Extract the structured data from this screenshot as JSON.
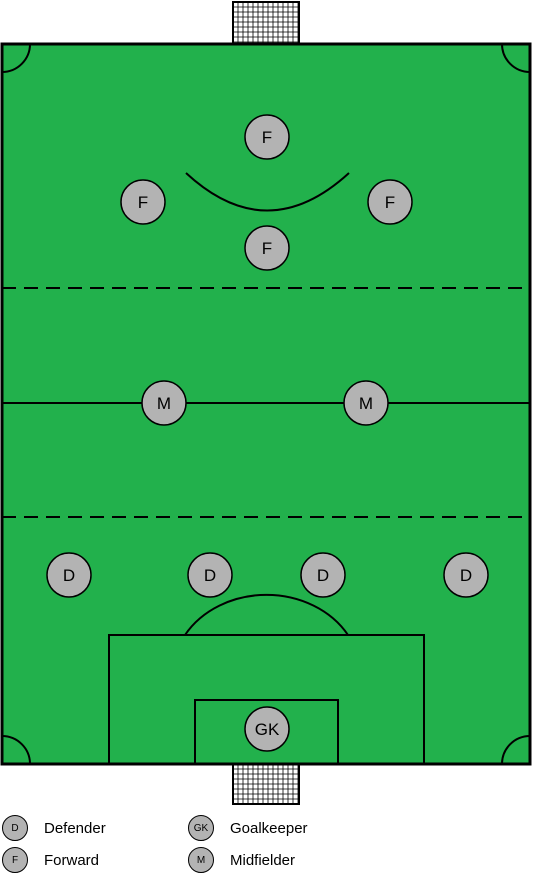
{
  "colors": {
    "pitch": "#22b14c",
    "line": "#000000",
    "player_fill": "#b3b3b3",
    "goal_net": "#ffffff"
  },
  "players": [
    {
      "role": "forward",
      "label": "F"
    },
    {
      "role": "forward",
      "label": "F"
    },
    {
      "role": "forward",
      "label": "F"
    },
    {
      "role": "forward",
      "label": "F"
    },
    {
      "role": "midfielder",
      "label": "M"
    },
    {
      "role": "midfielder",
      "label": "M"
    },
    {
      "role": "defender",
      "label": "D"
    },
    {
      "role": "defender",
      "label": "D"
    },
    {
      "role": "defender",
      "label": "D"
    },
    {
      "role": "defender",
      "label": "D"
    },
    {
      "role": "goalkeeper",
      "label": "GK"
    }
  ],
  "legend": [
    {
      "key": "D",
      "label": "Defender"
    },
    {
      "key": "GK",
      "label": "Goalkeeper"
    },
    {
      "key": "F",
      "label": "Forward"
    },
    {
      "key": "M",
      "label": "Midfielder"
    }
  ]
}
